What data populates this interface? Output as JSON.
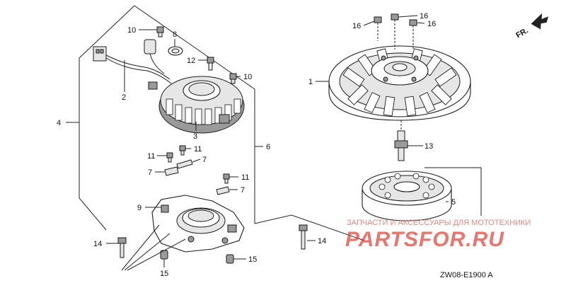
{
  "diagram_code": "ZW08-E1900 A",
  "direction_label": "FR.",
  "watermark": {
    "subtitle": "ЗАПЧАСТИ И АКСЕССУАРЫ ДЛЯ МОТОТЕХНИКИ",
    "brand": "PARTSFOR.RU",
    "color": "#e03a2e"
  },
  "callouts": {
    "c1": "1",
    "c2": "2",
    "c3": "3",
    "c4": "4",
    "c5": "5",
    "c6": "6",
    "c7a": "7",
    "c7b": "7",
    "c7c": "7",
    "c8": "8",
    "c9": "9",
    "c10a": "10",
    "c10b": "10",
    "c11a": "11",
    "c11b": "11",
    "c11c": "11",
    "c12": "12",
    "c13": "13",
    "c14a": "14",
    "c14b": "14",
    "c15a": "15",
    "c15b": "15",
    "c16a": "16",
    "c16b": "16",
    "c16c": "16"
  }
}
